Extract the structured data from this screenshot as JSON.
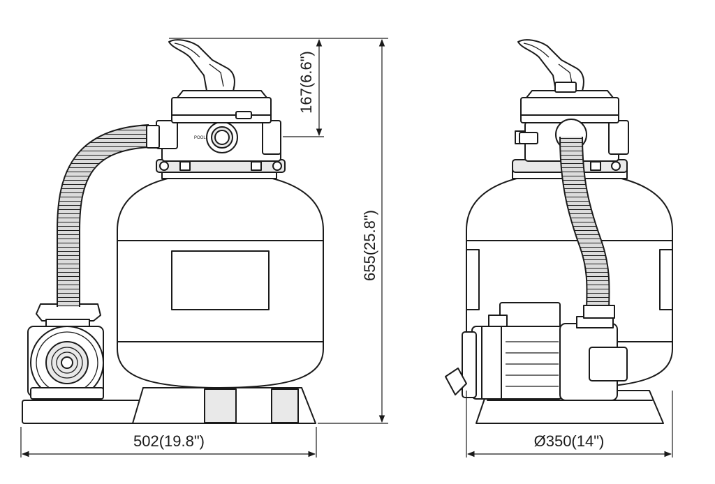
{
  "dimensions": {
    "width": "502(19.8\")",
    "diameter": "Ø350(14\")",
    "height": "655(25.8\")",
    "valve_height": "167(6.6\")"
  },
  "valve_label": "POOL",
  "colors": {
    "line": "#1a1a1a",
    "background": "#ffffff"
  }
}
